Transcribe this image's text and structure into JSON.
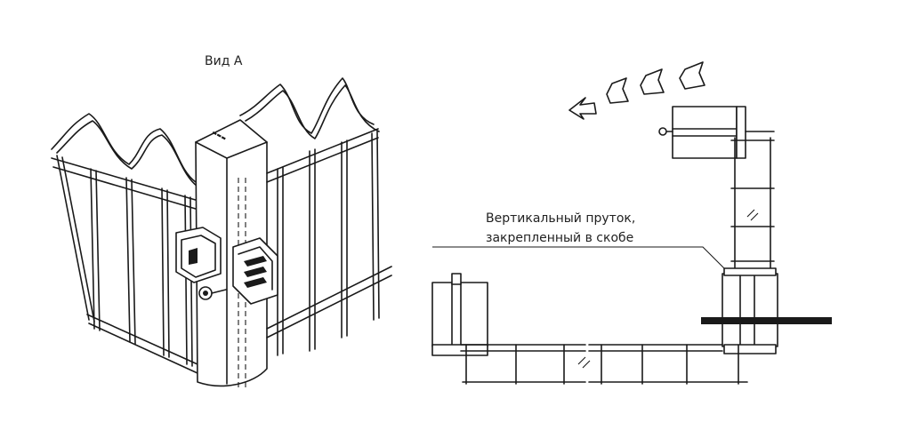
{
  "view_label": "Вид А",
  "callout": {
    "line1": "Вертикальный пруток,",
    "line2": "закрепленный в скобе"
  },
  "colors": {
    "ink": "#1a1a1a",
    "background": "#ffffff"
  }
}
